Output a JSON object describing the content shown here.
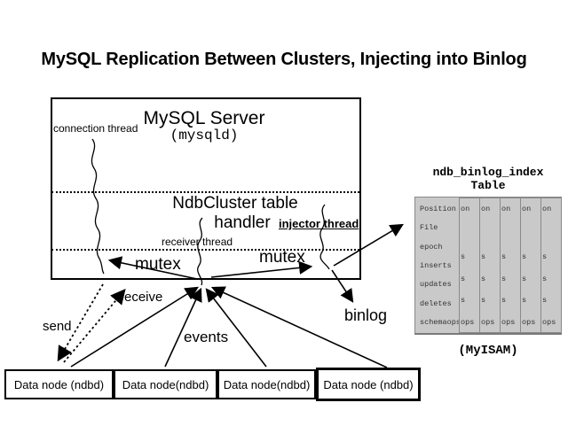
{
  "title": "MySQL Replication Between Clusters, Injecting into Binlog",
  "server": {
    "name": "MySQL Server",
    "process": "(mysqld)",
    "connection_thread_label": "connection thread",
    "handler_line1": "NdbCluster table",
    "handler_line2": "handler",
    "receiver_thread_label": "receiver thread",
    "injector_thread_label": "injector thread",
    "mutex_left_label": "mutex",
    "mutex_right_label": "mutex"
  },
  "flow_labels": {
    "send": "send",
    "receive": "receive",
    "events": "events",
    "binlog": "binlog"
  },
  "binlog_index": {
    "title_line1": "ndb_binlog_index",
    "title_line2": "Table",
    "engine": "(MyISAM)",
    "fields": [
      "Position",
      "File",
      "epoch",
      "inserts",
      "updates",
      "deletes",
      "schemaops"
    ],
    "sliver_rows": [
      "on",
      "",
      "",
      "s",
      "s",
      "s",
      "ops"
    ],
    "stacked_copies": 5
  },
  "data_nodes": [
    {
      "label": "Data node (ndbd)"
    },
    {
      "label": "Data node(ndbd)"
    },
    {
      "label": "Data node(ndbd)"
    },
    {
      "label": "Data node (ndbd)"
    }
  ],
  "colors": {
    "background": "#ffffff",
    "ink": "#000000",
    "table_fill": "#c9c9c9",
    "table_border": "#8a8a8a"
  }
}
